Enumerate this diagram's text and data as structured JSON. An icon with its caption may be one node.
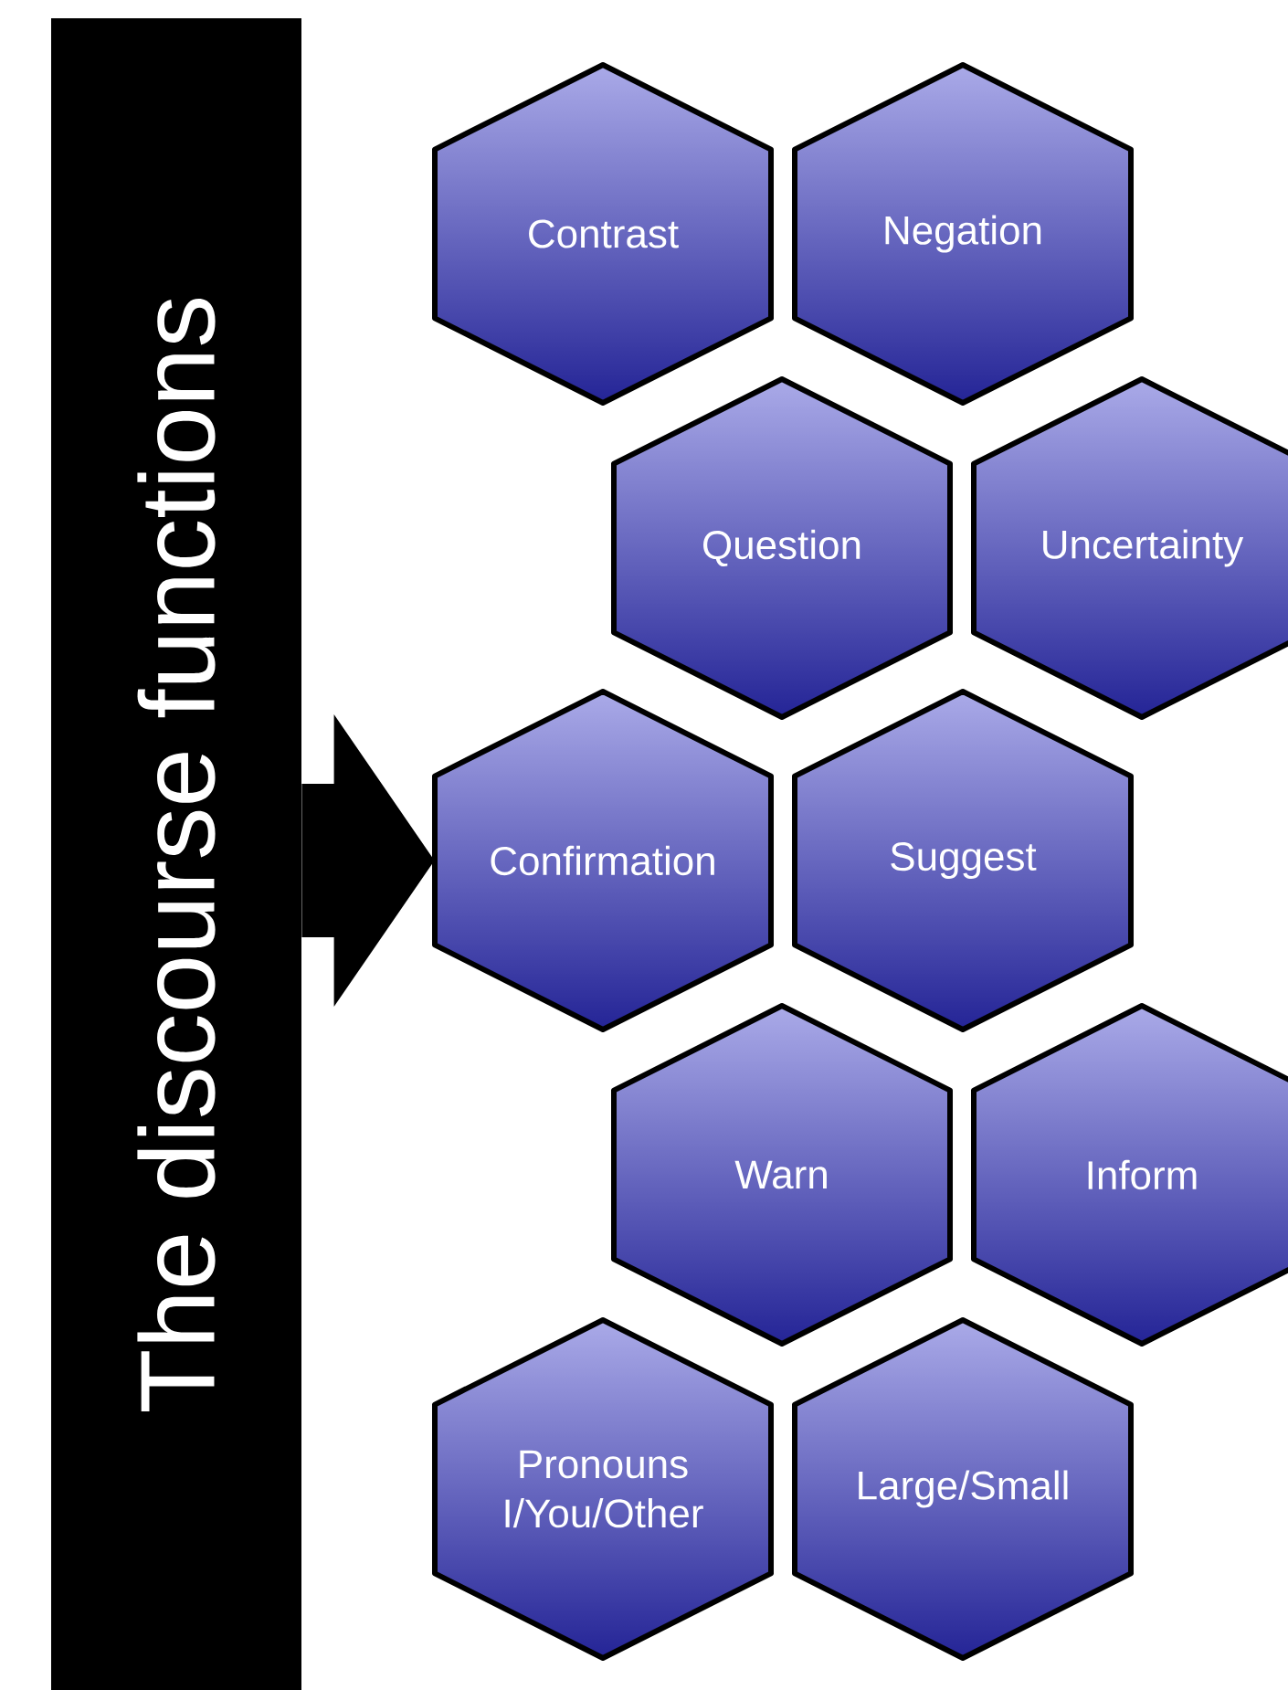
{
  "diagram": {
    "nodes": [
      {
        "text": [
          "The discourse functions"
        ]
      },
      {
        "text": [
          "Contrast"
        ]
      },
      {
        "text": [
          "Negation"
        ]
      },
      {
        "text": [
          "Question"
        ]
      },
      {
        "text": [
          "Uncertainty"
        ]
      },
      {
        "text": [
          "Confirmation"
        ]
      },
      {
        "text": [
          "Suggest"
        ]
      },
      {
        "text": [
          "Warn"
        ]
      },
      {
        "text": [
          "Inform"
        ]
      },
      {
        "text": [
          "Pronouns I/You/Other"
        ]
      },
      {
        "text": [
          "Large/Small"
        ]
      }
    ],
    "edges": [
      {
        "from": 0,
        "to": 5,
        "arrow": "to",
        "style": "thick"
      }
    ]
  }
}
